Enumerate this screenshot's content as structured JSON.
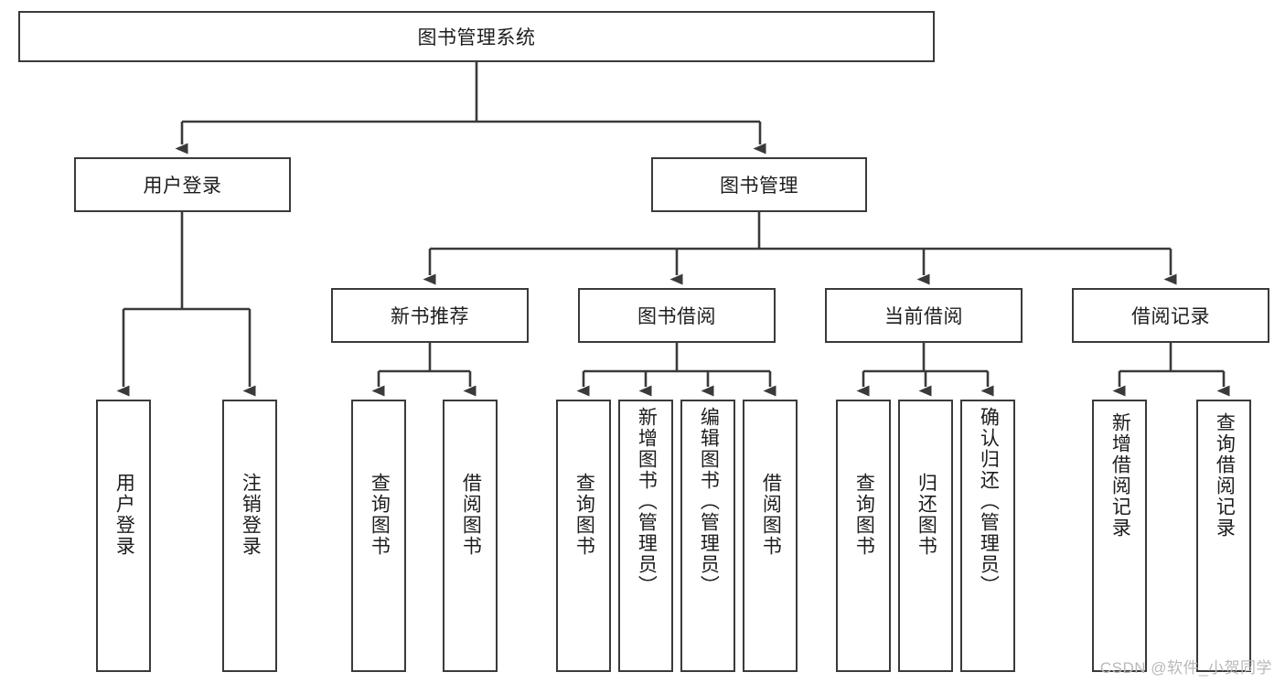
{
  "diagram": {
    "title": "图书管理系统",
    "type": "tree-hierarchy",
    "stroke_color": "#3a3a3a",
    "fill_color": "#ffffff",
    "text_color": "#1d1d1d"
  },
  "root": {
    "label": "图书管理系统"
  },
  "level2": [
    {
      "label": "用户登录"
    },
    {
      "label": "图书管理"
    }
  ],
  "level3": [
    {
      "label": "新书推荐"
    },
    {
      "label": "图书借阅"
    },
    {
      "label": "当前借阅"
    },
    {
      "label": "借阅记录"
    }
  ],
  "leaves": {
    "user_login": [
      {
        "label": "用户登录"
      },
      {
        "label": "注销登录"
      }
    ],
    "new_book": [
      {
        "label": "查询图书"
      },
      {
        "label": "借阅图书"
      }
    ],
    "book_borrow": [
      {
        "label": "查询图书"
      },
      {
        "label": "新增图书（管理员）"
      },
      {
        "label": "编辑图书（管理员）"
      },
      {
        "label": "借阅图书"
      }
    ],
    "current_borrow": [
      {
        "label": "查询图书"
      },
      {
        "label": "归还图书"
      },
      {
        "label": "确认归还（管理员）"
      }
    ],
    "borrow_record": [
      {
        "label": "新增借阅记录"
      },
      {
        "label": "查询借阅记录"
      }
    ]
  },
  "watermark": {
    "text": "CSDN @软件_小贺同学"
  }
}
